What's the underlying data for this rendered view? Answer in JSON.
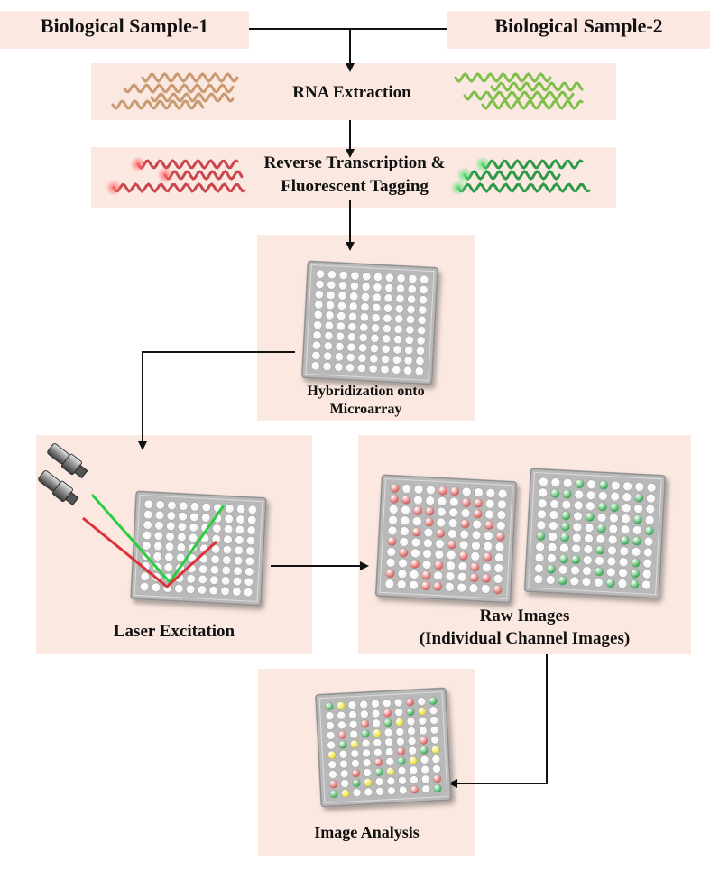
{
  "samples": {
    "sample1": "Biological Sample-1",
    "sample2": "Biological Sample-2"
  },
  "steps": {
    "rna_extraction": "RNA Extraction",
    "rt_line1": "Reverse Transcription &",
    "rt_line2": "Fluorescent Tagging",
    "hyb_line1": "Hybridization onto",
    "hyb_line2": "Microarray",
    "laser": "Laser Excitation",
    "raw_line1": "Raw Images",
    "raw_line2": "(Individual Channel Images)",
    "analysis": "Image Analysis"
  },
  "colors": {
    "box_fill": "#fbe9e1",
    "strand_sample1": "#c99a72",
    "strand_sample2": "#7fbf4a",
    "strand_red": "#c9474c",
    "strand_green": "#2e9a48",
    "spot_white": "#f4f4f4",
    "spot_red": "#d9534f",
    "spot_green": "#28a745",
    "spot_yellow": "#e8e020",
    "laser_red": "#e0303a",
    "laser_green": "#2ecc40",
    "slide": "#b9b9b9"
  },
  "icons": {
    "arrow": "arrow-icon",
    "rna": "rna-strand-icon",
    "slide": "microarray-slide-icon",
    "laser": "laser-emitter-icon"
  }
}
